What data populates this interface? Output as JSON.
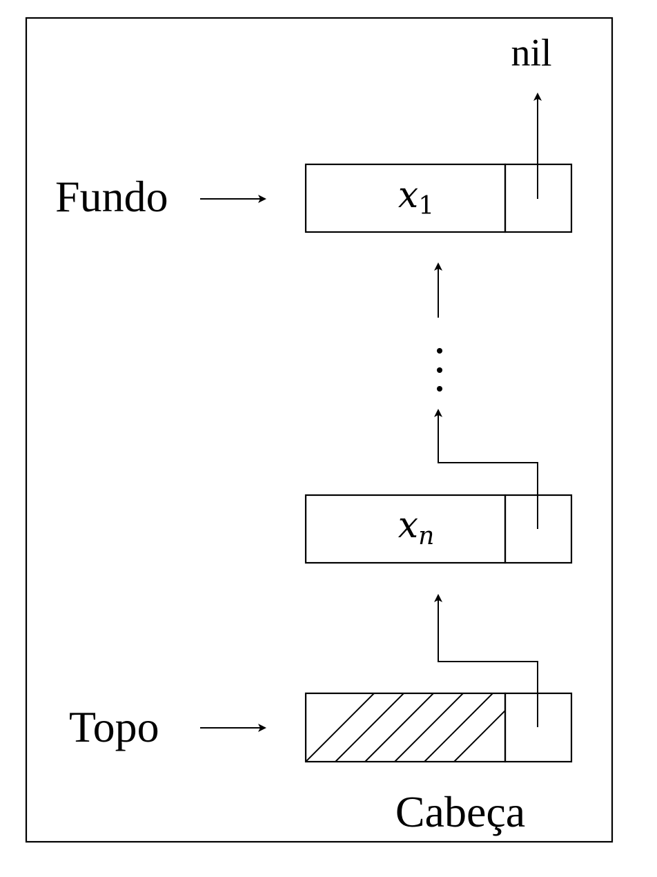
{
  "labels": {
    "nil": "nil",
    "fundo": "Fundo",
    "topo": "Topo",
    "cabeca": "Cabeça"
  },
  "nodes": {
    "first": {
      "var": "x",
      "sub": "1"
    },
    "last": {
      "var": "x",
      "sub": "n"
    }
  }
}
